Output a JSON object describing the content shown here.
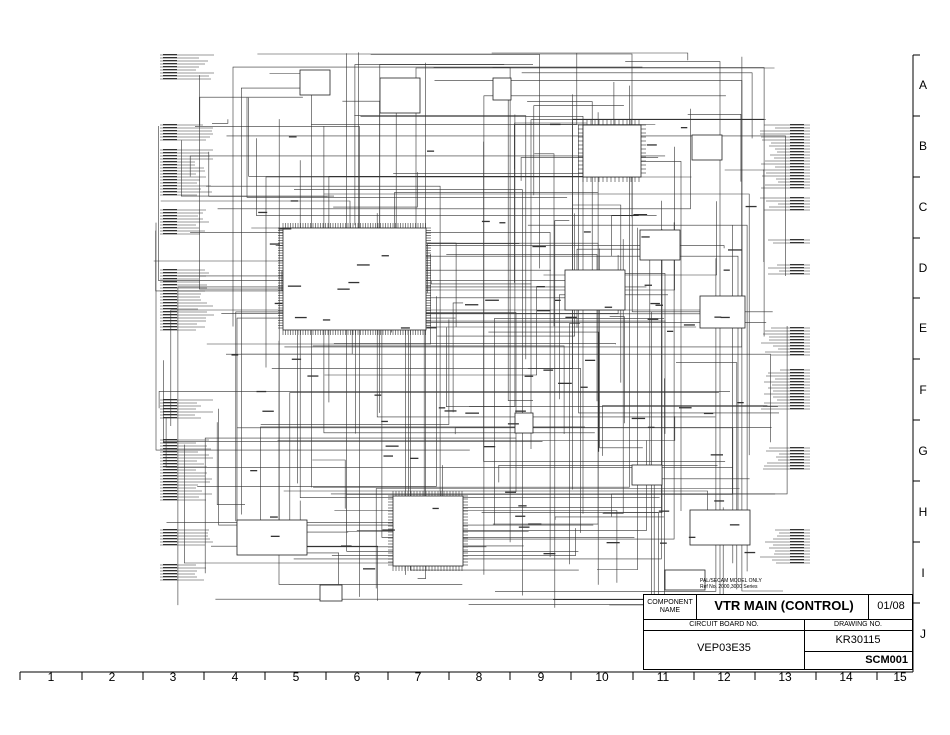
{
  "title_block": {
    "component_label": "COMPONENT\nNAME",
    "component_name": "VTR MAIN (CONTROL)",
    "sheet": "01/08",
    "circuit_board_label": "CIRCUIT BOARD NO.",
    "circuit_board_no": "VEP03E35",
    "drawing_label": "DRAWING NO.",
    "drawing_no": "KR30115",
    "code": "SCM001"
  },
  "row_labels": [
    "A",
    "B",
    "C",
    "D",
    "E",
    "F",
    "G",
    "H",
    "I",
    "J"
  ],
  "column_labels": [
    "1",
    "2",
    "3",
    "4",
    "5",
    "6",
    "7",
    "8",
    "9",
    "10",
    "11",
    "12",
    "13",
    "14",
    "15"
  ],
  "note": "PAL/SECAM MODEL ONLY\nRef No. 2000,3000 Series"
}
